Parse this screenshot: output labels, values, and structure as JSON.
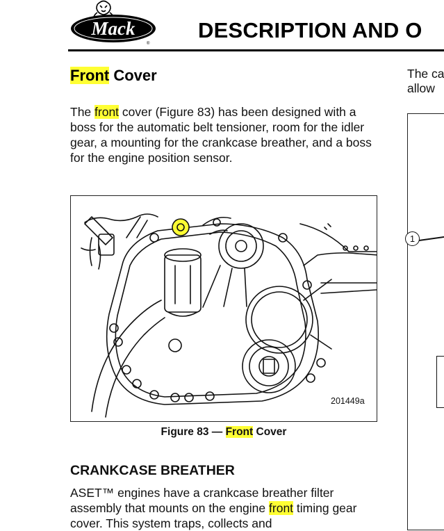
{
  "header": {
    "logo_text": "Mack",
    "title": "DESCRIPTION AND O"
  },
  "section": {
    "title_highlight": "Front",
    "title_rest": " Cover",
    "paragraph": {
      "prefix": "The ",
      "highlight": "front",
      "rest": " cover (Figure 83) has been designed with a boss for the automatic belt tensioner, room for the idler gear, a mounting for the crankcase breather, and a boss for the engine position sensor."
    }
  },
  "figure": {
    "code": "201449a",
    "caption_prefix": "Figure 83 — ",
    "caption_highlight": "Front",
    "caption_rest": " Cover"
  },
  "right_column": {
    "line1": "The ca",
    "line2": "allow",
    "callout": "1"
  },
  "crankcase": {
    "heading": "CRANKCASE BREATHER",
    "prefix": "ASET™ engines have a crankcase breather filter assembly that mounts on the engine ",
    "highlight": "front",
    "rest": " timing gear cover. This system traps, collects and"
  },
  "colors": {
    "highlight": "#ffff33",
    "text": "#111111",
    "rule": "#000000"
  }
}
